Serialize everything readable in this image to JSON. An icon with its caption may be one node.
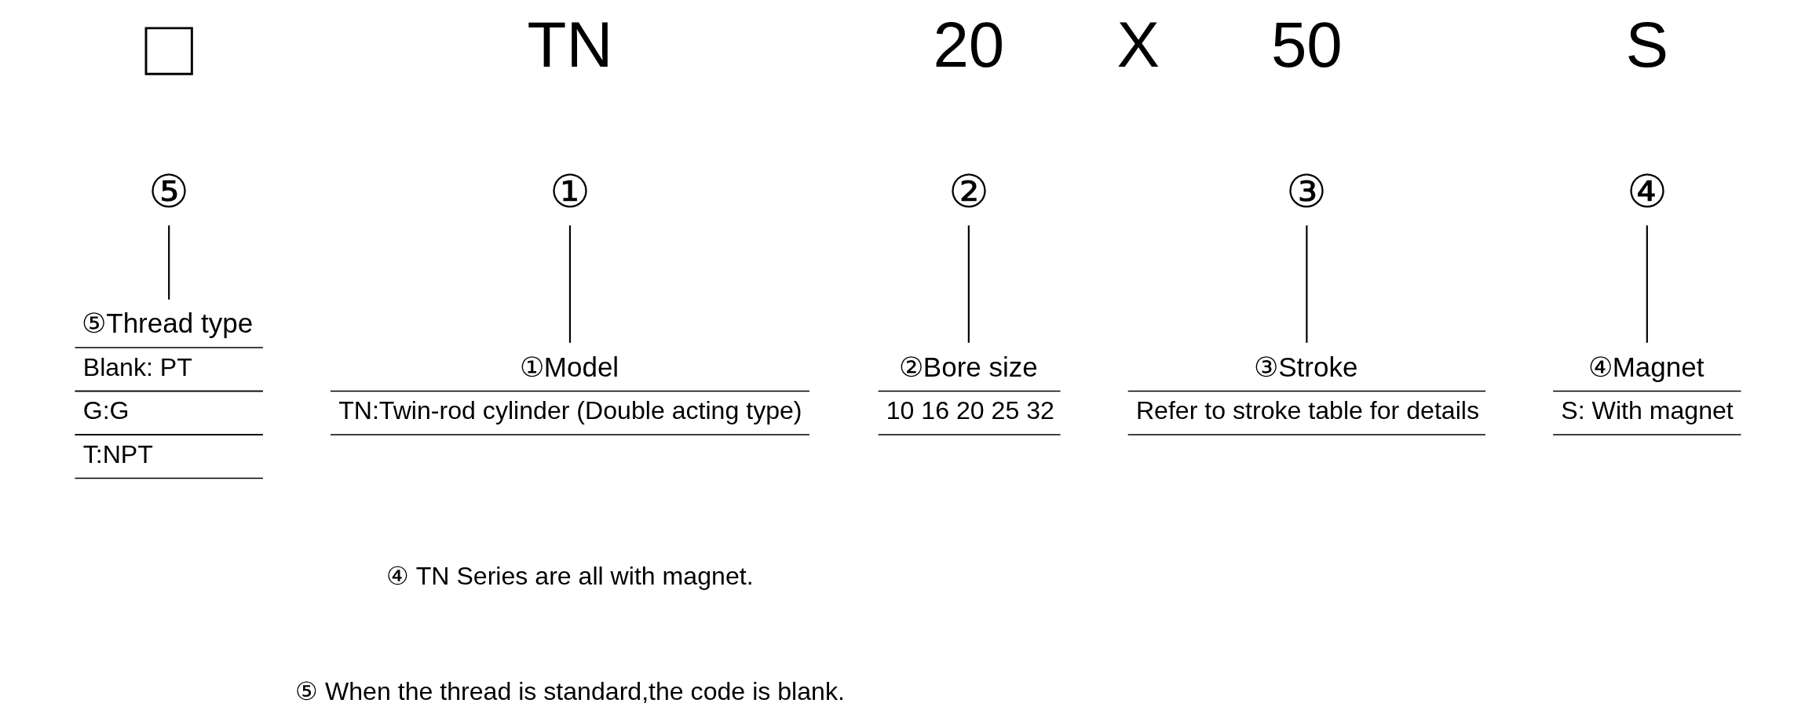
{
  "diagram": {
    "nodes": [
      {
        "text": [],
        "shape": "box"
      },
      {
        "text": [
          "①"
        ]
      },
      {
        "text": [
          "②"
        ]
      },
      {
        "text": [
          "③"
        ]
      },
      {
        "text": [
          "④"
        ]
      },
      {
        "text": [
          "⑤"
        ]
      },
      {
        "text": [
          "①Model",
          "TN:Twin-rod cylinder (Double acting type)"
        ]
      },
      {
        "text": [
          "②Bore size",
          "10 16 20 25 32"
        ]
      },
      {
        "text": [
          "③Stroke",
          "Refer to stroke table for details"
        ]
      },
      {
        "text": [
          "④Magnet",
          "S: With magnet"
        ]
      },
      {
        "text": [
          "⑤Thread type",
          "Blank: PT",
          "G:G",
          "T:NPT"
        ]
      }
    ],
    "edges": [
      {
        "from": 1,
        "to": 6,
        "arrow": "none"
      },
      {
        "from": 2,
        "to": 7,
        "arrow": "none"
      },
      {
        "from": 3,
        "to": 8,
        "arrow": "none"
      },
      {
        "from": 4,
        "to": 9,
        "arrow": "none"
      },
      {
        "from": 5,
        "to": 10,
        "arrow": "none"
      }
    ],
    "labels": [
      "TN",
      "20",
      "X",
      "50",
      "S",
      "④ TN Series are all with magnet.",
      "⑤ When the thread is standard,the code is blank."
    ]
  }
}
